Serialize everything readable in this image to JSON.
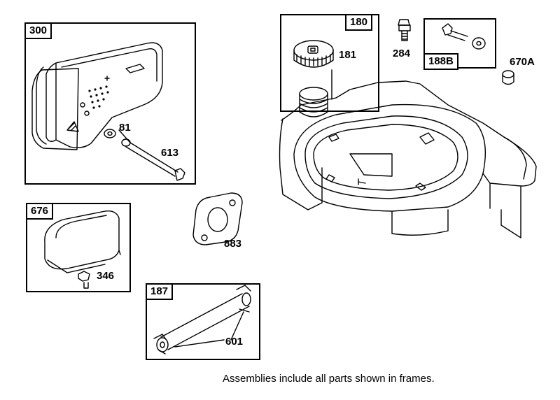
{
  "frames": {
    "muffler_assembly": "300",
    "fuel_tank_assembly": "180",
    "screw_assembly": "188B",
    "guard_assembly": "676",
    "fuel_line_assembly": "187"
  },
  "parts": {
    "muffler_washer": "81",
    "muffler_bolt": "613",
    "fuel_cap": "181",
    "screw": "284",
    "spacer": "670A",
    "gasket": "883",
    "guard_screw": "346",
    "fuel_line_clamps": "601"
  },
  "footer_note": "Assemblies include all parts shown in frames."
}
